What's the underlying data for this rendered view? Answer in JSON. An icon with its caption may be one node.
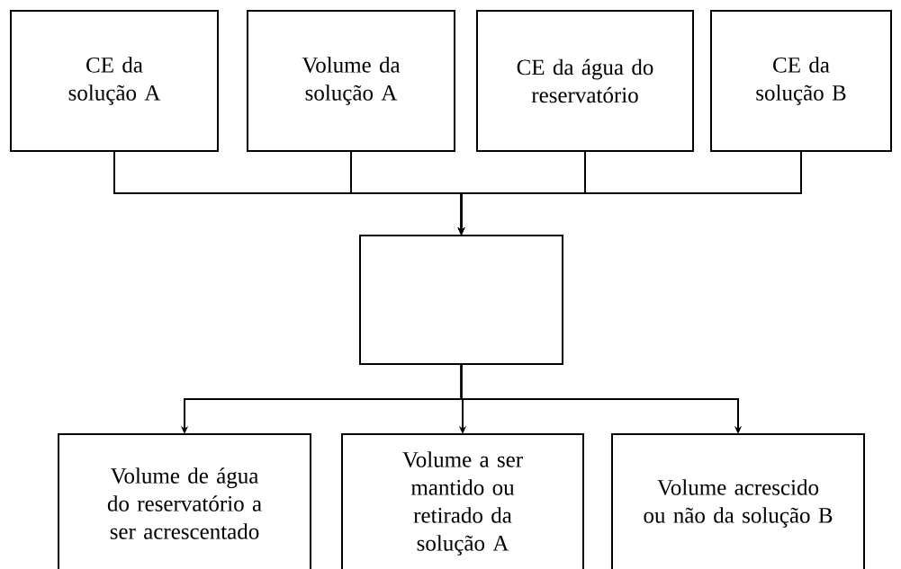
{
  "diagram": {
    "nodes": [
      {
        "text": [
          "CE da solução A"
        ]
      },
      {
        "text": [
          "Volume da solução A"
        ]
      },
      {
        "text": [
          "CE da água do reservatório"
        ]
      },
      {
        "text": [
          "CE da solução B"
        ]
      },
      {
        "text": [],
        "shape": "box"
      },
      {
        "text": [
          "Volume de água do reservatório a ser acrescentado"
        ]
      },
      {
        "text": [
          "Volume a ser mantido ou retirado da solução A"
        ]
      },
      {
        "text": [
          "Volume acrescido ou não da solução B"
        ]
      }
    ],
    "edges": [
      {
        "from": 0,
        "to": 4,
        "arrow": "to"
      },
      {
        "from": 1,
        "to": 4,
        "arrow": "to"
      },
      {
        "from": 2,
        "to": 4,
        "arrow": "to"
      },
      {
        "from": 3,
        "to": 4,
        "arrow": "to"
      },
      {
        "from": 4,
        "to": 5,
        "arrow": "to"
      },
      {
        "from": 4,
        "to": 6,
        "arrow": "to"
      },
      {
        "from": 4,
        "to": 7,
        "arrow": "to"
      }
    ]
  }
}
